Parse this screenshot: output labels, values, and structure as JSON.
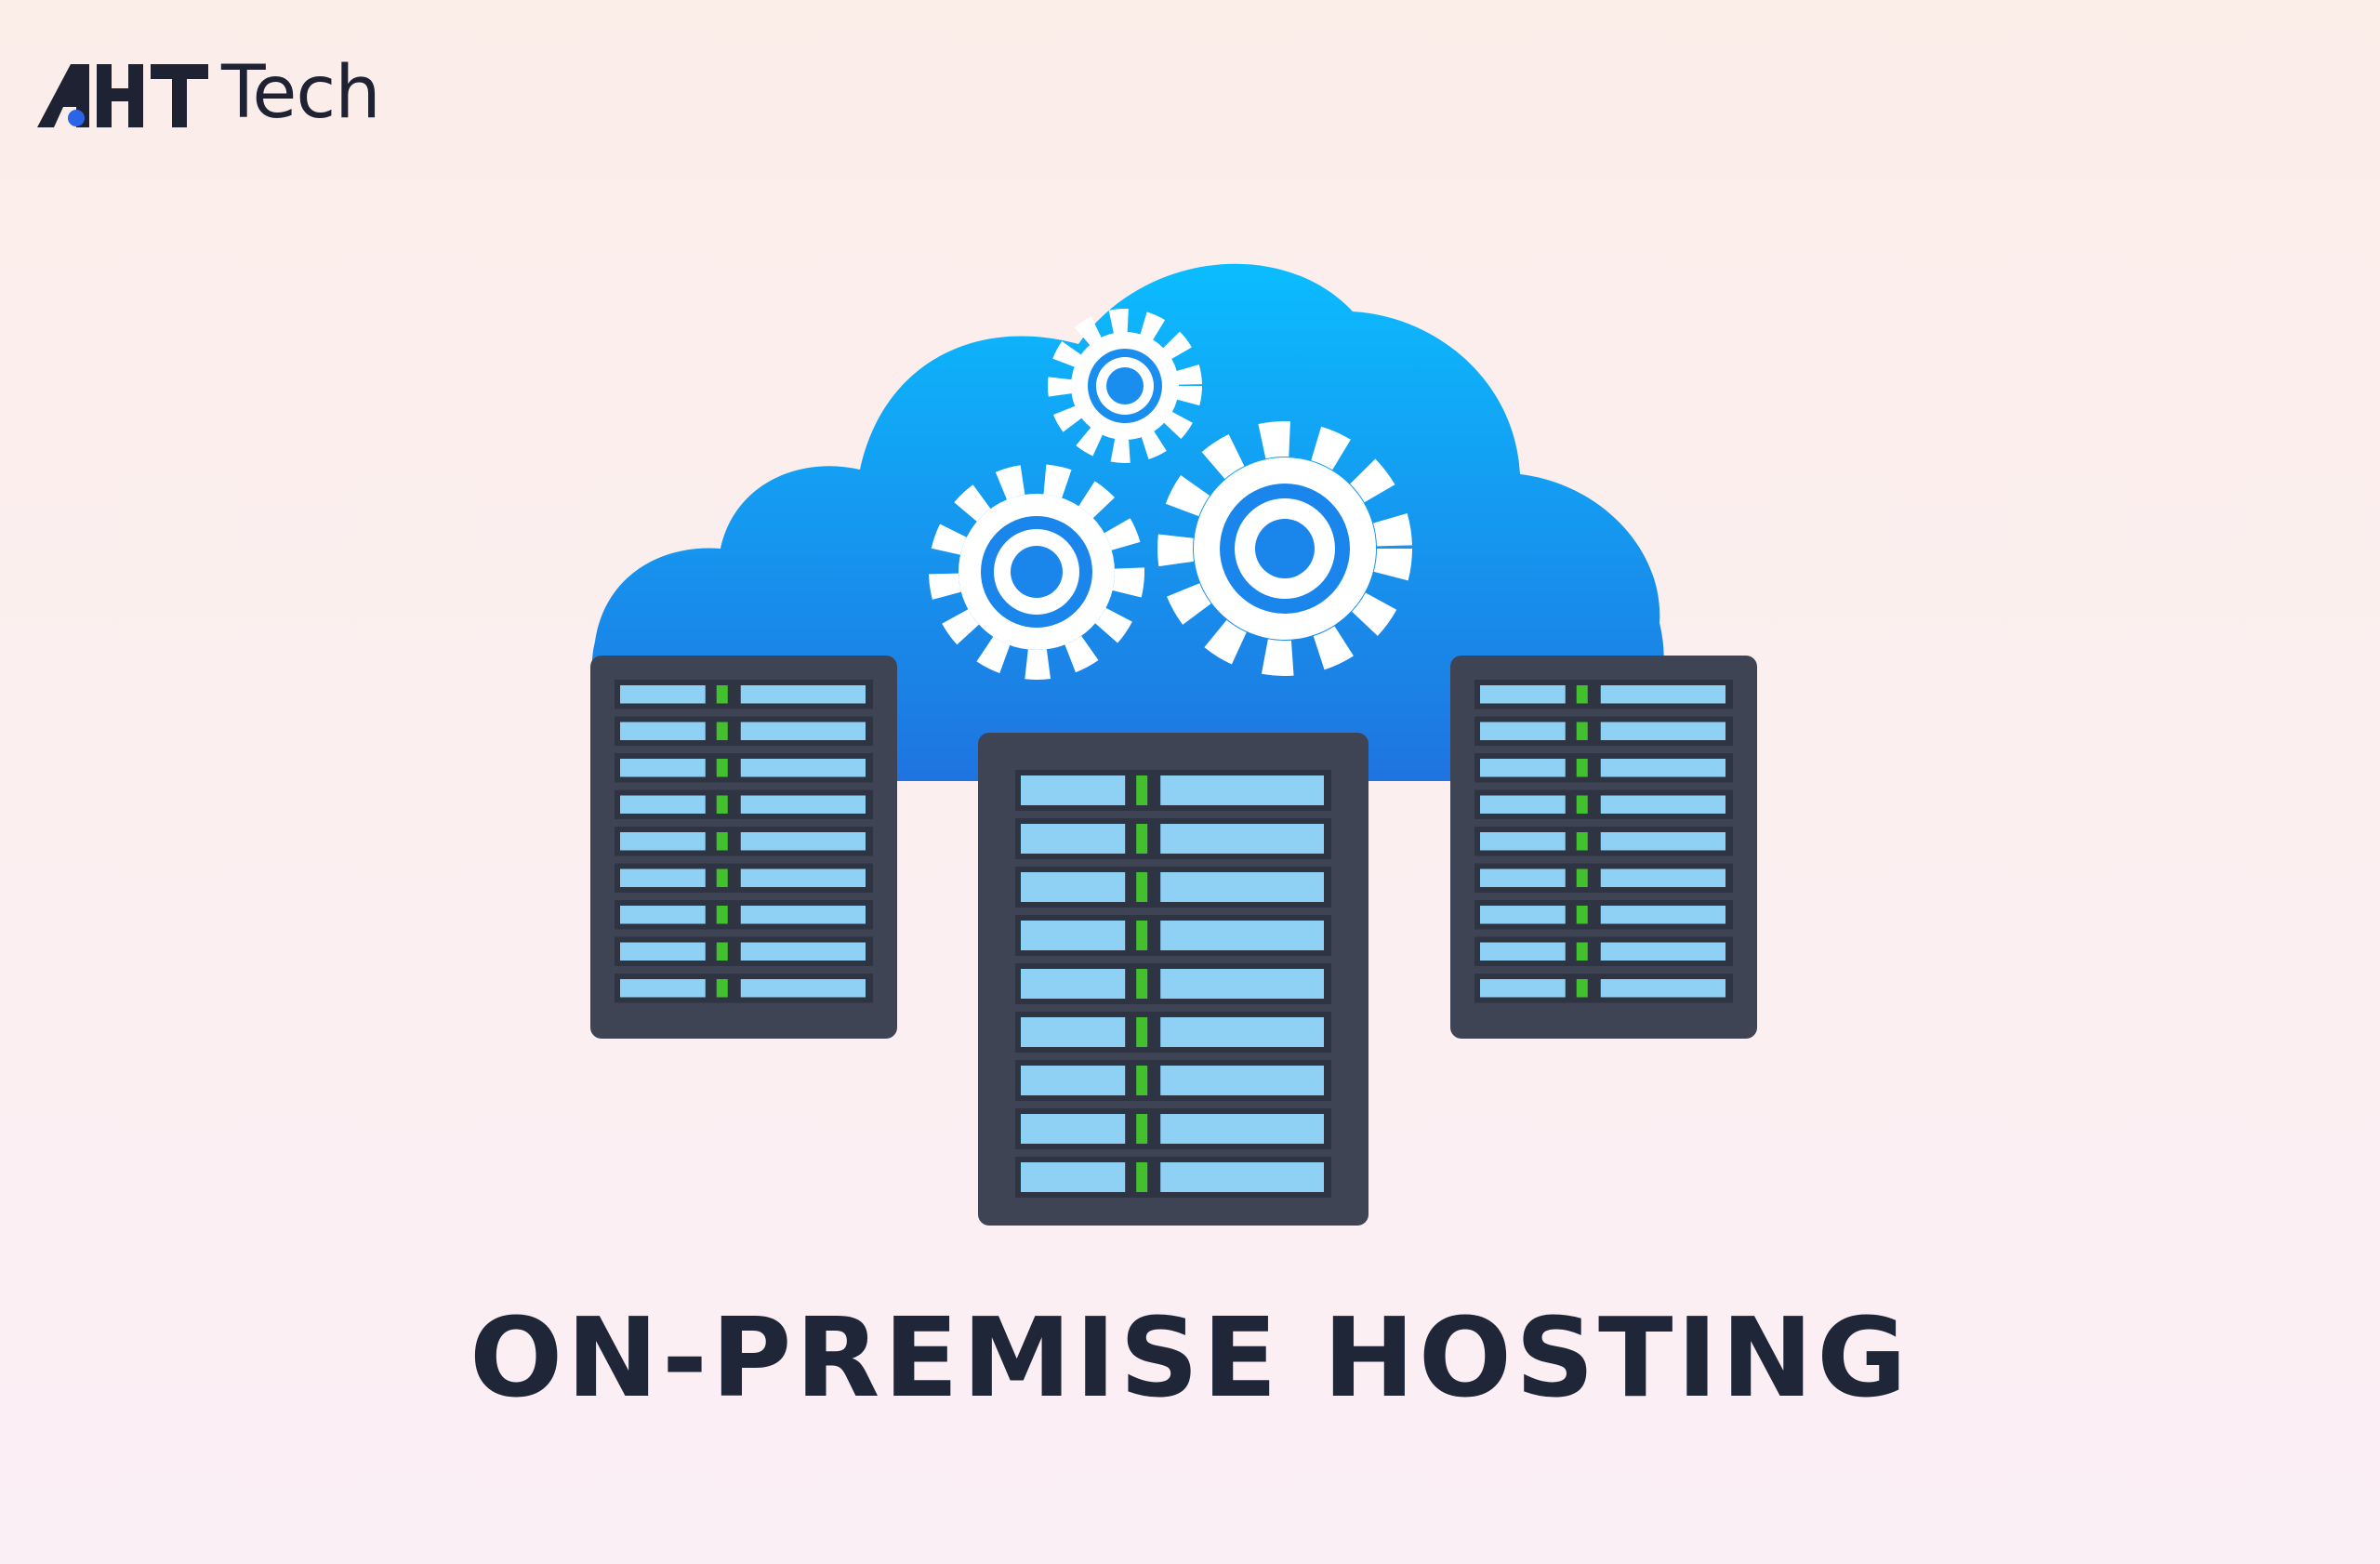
{
  "brand": {
    "logo_text": "AHT",
    "name": "Tech"
  },
  "title": "ON-PREMISE HOSTING",
  "illustration": {
    "cloud_icon": "cloud-icon",
    "gear_icon": "gear-icon",
    "server_icon": "server-rack-icon",
    "colors": {
      "cloud_top": "#0bbcff",
      "cloud_bottom": "#1f74e0",
      "rack_body": "#3e4454",
      "slot": "#8fd0f5",
      "led": "#43c02d",
      "gear": "#ffffff"
    }
  }
}
